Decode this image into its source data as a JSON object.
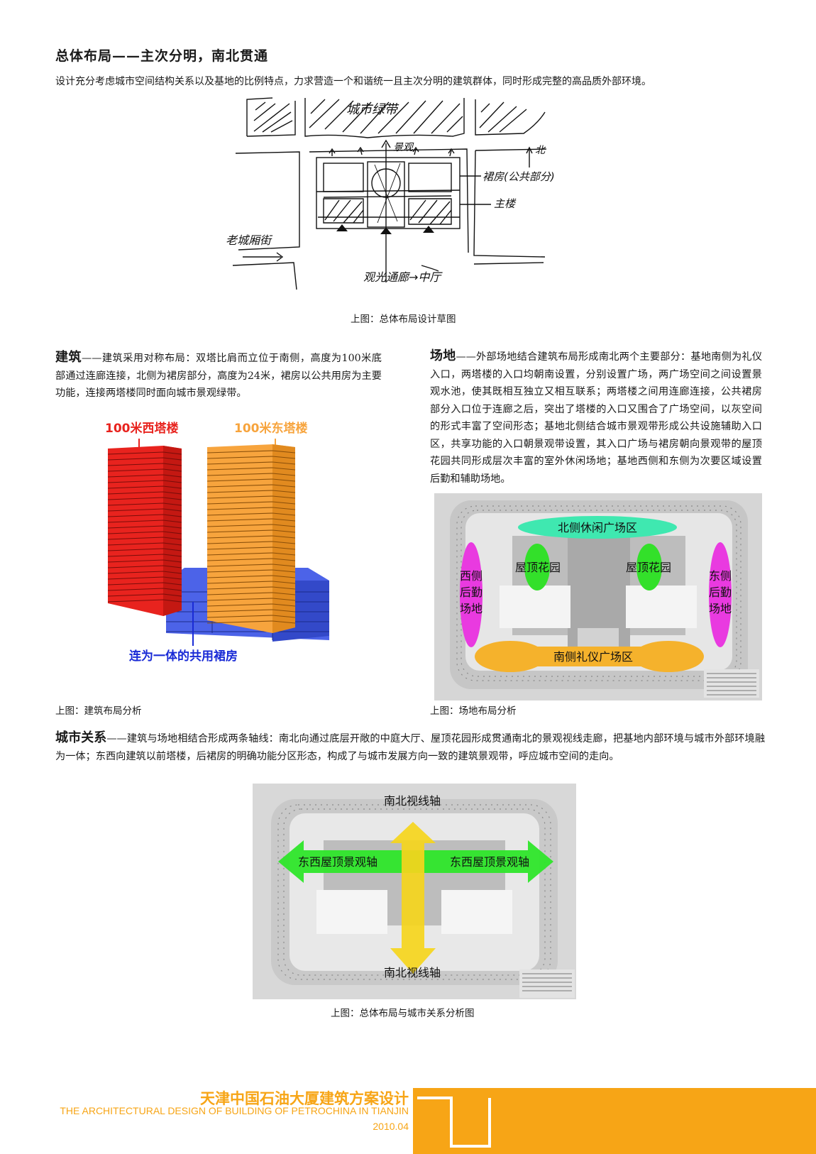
{
  "heading": "总体布局——主次分明，南北贯通",
  "intro": "设计充分考虑城市空间结构关系以及基地的比例特点，力求营造一个和谐统一且主次分明的建筑群体，同时形成完整的高品质外部环境。",
  "sketch": {
    "labels": {
      "top": "城市绿带",
      "view": "景观",
      "north": "北",
      "podium": "裙房(公共部分)",
      "tower": "主楼",
      "westroad": "老城厢街",
      "bottom": "观光通廊→中厅"
    },
    "caption": "上图：总体布局设计草图"
  },
  "building": {
    "lead": "建筑",
    "text": "——建筑采用对称布局：双塔比肩而立位于南侧，高度为100米底部通过连廊连接，北侧为裙房部分，高度为24米，裙房以公共用房为主要功能，连接两塔楼同时面向城市景观绿带。",
    "labels": {
      "west_tower": "100米西塔楼",
      "east_tower": "100米东塔楼",
      "podium": "连为一体的共用裙房"
    },
    "caption": "上图：建筑布局分析",
    "colors": {
      "west": "#e8231e",
      "east": "#f7a43d",
      "podium": "#4c63e8"
    }
  },
  "site": {
    "lead": "场地",
    "text": "——外部场地结合建筑布局形成南北两个主要部分：基地南侧为礼仪入口，两塔楼的入口均朝南设置，分别设置广场，两广场空间之间设置景观水池，使其既相互独立又相互联系；两塔楼之间用连廊连接，公共裙房部分入口位于连廊之后，突出了塔楼的入口又围合了广场空间，以灰空间的形式丰富了空间形态；基地北侧结合城市景观带形成公共设施辅助入口区，共享功能的入口朝景观带设置，其入口广场与裙房朝向景观带的屋顶花园共同形成层次丰富的室外休闲场地；基地西侧和东侧为次要区域设置后勤和辅助场地。",
    "labels": {
      "north_plaza": "北侧休闲广场区",
      "roof_garden_w": "屋顶花园",
      "roof_garden_e": "屋顶花园",
      "west_service": [
        "西侧",
        "后勤",
        "场地"
      ],
      "east_service": [
        "东侧",
        "后勤",
        "场地"
      ],
      "south_plaza": "南侧礼仪广场区"
    },
    "caption": "上图：场地布局分析",
    "colors": {
      "north": "#3fe8b0",
      "garden": "#33e02a",
      "service": "#e93ae0",
      "south": "#f5b22c"
    }
  },
  "city": {
    "lead": "城市关系",
    "text": "——建筑与场地相结合形成两条轴线：南北向通过底层开敞的中庭大厅、屋顶花园形成贯通南北的景观视线走廊，把基地内部环境与城市外部环境融为一体；东西向建筑以前塔楼，后裙房的明确功能分区形态，构成了与城市发展方向一致的建筑景观带，呼应城市空间的走向。",
    "labels": {
      "ns_top": "南北视线轴",
      "ns_bottom": "南北视线轴",
      "ew_left": "东西屋顶景观轴",
      "ew_right": "东西屋顶景观轴"
    },
    "caption": "上图：总体布局与城市关系分析图",
    "colors": {
      "ew": "#2ee62a",
      "ns": "#f5d51c"
    }
  },
  "footer": {
    "title": "天津中国石油大厦建筑方案设计",
    "subtitle": "THE ARCHITECTURAL DESIGN OF BUILDING OF PETROCHINA IN TIANJIN",
    "date": "2010.04",
    "accent": "#f7a516"
  }
}
